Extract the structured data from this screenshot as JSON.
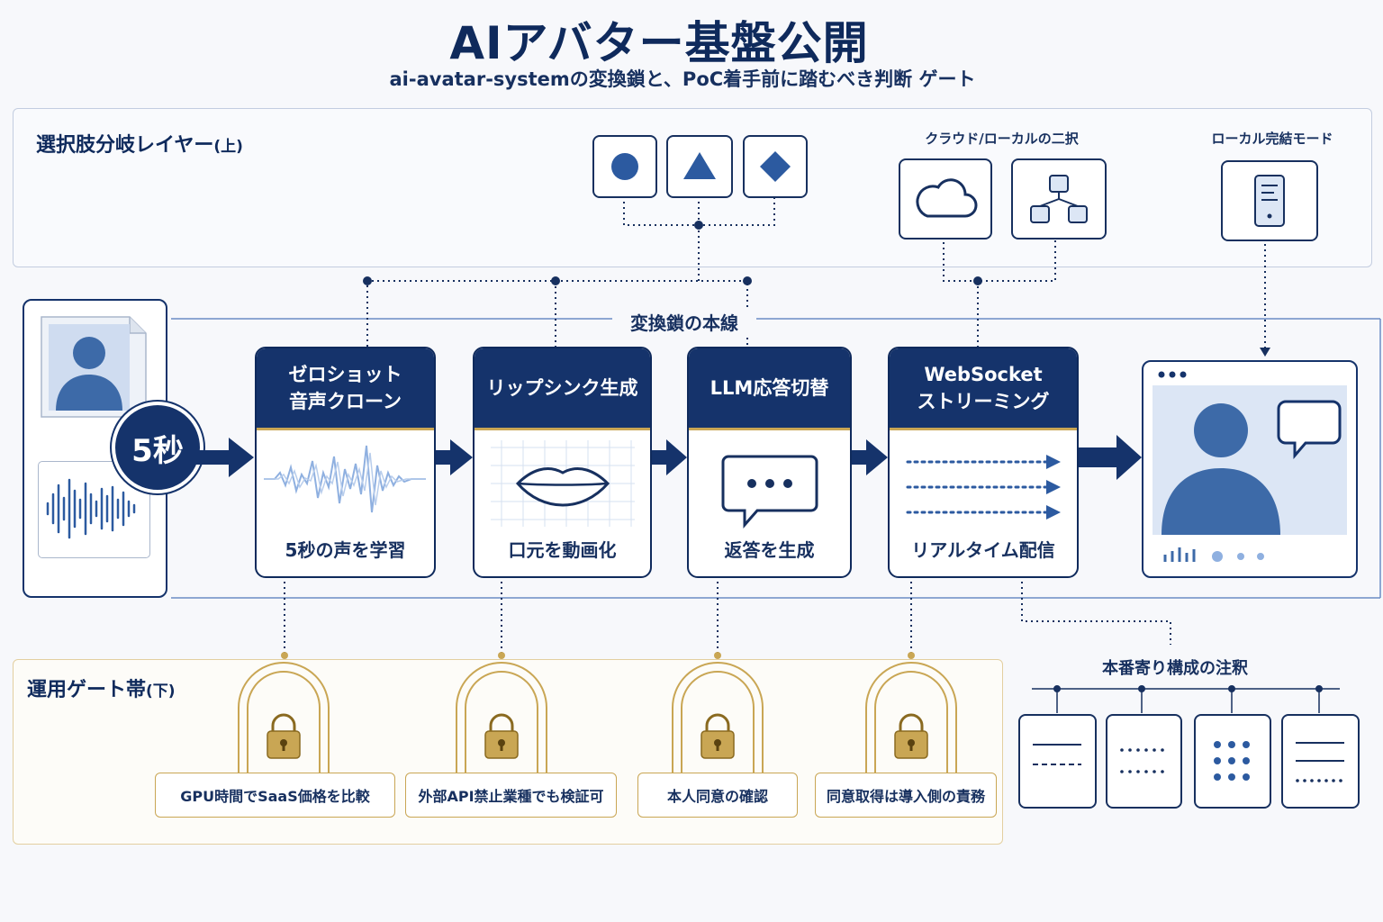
{
  "header": {
    "title": "AIアバター基盤公開",
    "subtitle": "ai-avatar-systemの変換鎖と、PoC着手前に踏むべき判断 ゲート"
  },
  "top_layer": {
    "label": "選択肢分岐レイヤー",
    "label_suffix": "(上)",
    "cloud_local_label": "クラウド/ローカルの二択",
    "local_mode_label": "ローカル完結モード"
  },
  "main_line_label": "変換鎖の本線",
  "input": {
    "badge": "5秒"
  },
  "stages": [
    {
      "title": "ゼロショット\n音声クローン",
      "caption": "5秒の声を学習"
    },
    {
      "title": "リップシンク生成",
      "caption": "口元を動画化"
    },
    {
      "title": "LLM応答切替",
      "caption": "返答を生成"
    },
    {
      "title": "WebSocket\nストリーミング",
      "caption": "リアルタイム配信"
    }
  ],
  "bottom_layer": {
    "label": "運用ゲート帯",
    "label_suffix": "(下)",
    "gates": [
      "GPU時間でSaaS価格を比較",
      "外部API禁止業種でも検証可",
      "本人同意の確認",
      "同意取得は導入側の責務"
    ]
  },
  "notes": {
    "label": "本番寄り構成の注釈"
  },
  "colors": {
    "navy": "#15336b",
    "gold": "#c9a654",
    "icon_blue": "#2c5aa0",
    "light_blue": "#8fb0e0"
  }
}
